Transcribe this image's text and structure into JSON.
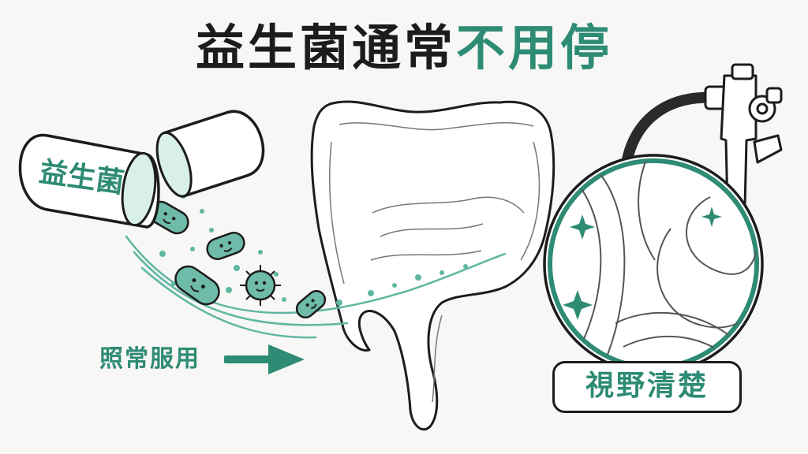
{
  "title": {
    "part1": "益生菌通常",
    "part2": "不用停"
  },
  "capsule": {
    "label": "益生菌"
  },
  "dose": {
    "label": "照常服用"
  },
  "result": {
    "label": "視野清楚"
  },
  "colors": {
    "accent": "#2e8b74",
    "ink": "#1c1c1c",
    "background": "#f7f7f5"
  },
  "icons": [
    "capsule-icon",
    "bacteria-icon",
    "arrow-right-icon",
    "colon-icon",
    "endoscope-icon",
    "sparkle-icon"
  ]
}
